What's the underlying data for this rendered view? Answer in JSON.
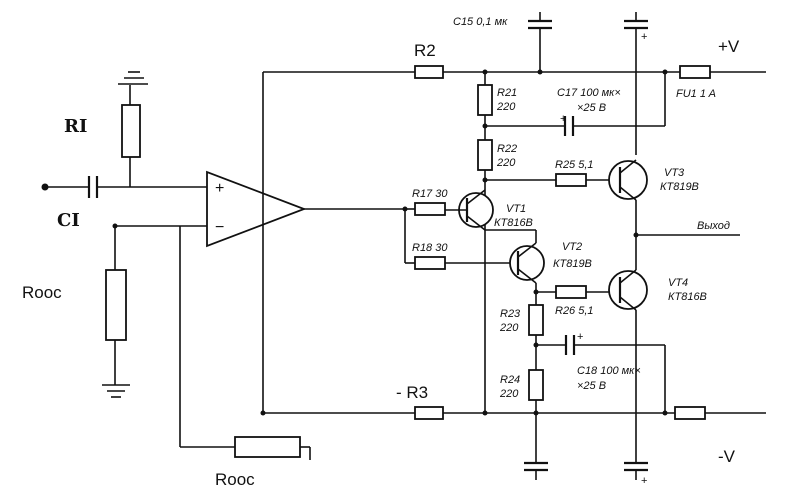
{
  "labels": {
    "r2": "R2",
    "r3": "- R3",
    "pos_rail": "+V",
    "neg_rail": "-V",
    "r1": "RI",
    "c1": "CI",
    "rooc_left": "Rooc",
    "rooc_bottom": "Rooc",
    "c15": "C15 0,1 мк",
    "c17_a": "C17  100 мк×",
    "c17_b": "×25 В",
    "c18_a": "C18  100 мк×",
    "c18_b": "×25 В",
    "fu1": "FU1  1 A",
    "r21_a": "R21",
    "r21_b": "220",
    "r22_a": "R22",
    "r22_b": "220",
    "r23_a": "R23",
    "r23_b": "220",
    "r24_a": "R24",
    "r24_b": "220",
    "r25": "R25  5,1",
    "r26": "R26  5,1",
    "r17": "R17 30",
    "r18": "R18 30",
    "vt1_a": "VT1",
    "vt1_b": "КТ816В",
    "vt2_a": "VT2",
    "vt2_b": "КТ819В",
    "vt3_a": "VT3",
    "vt3_b": "КТ819В",
    "vt4_a": "VT4",
    "vt4_b": "КТ816В",
    "output": "Выход",
    "plus_sign": "+",
    "minus_sign": "−"
  }
}
